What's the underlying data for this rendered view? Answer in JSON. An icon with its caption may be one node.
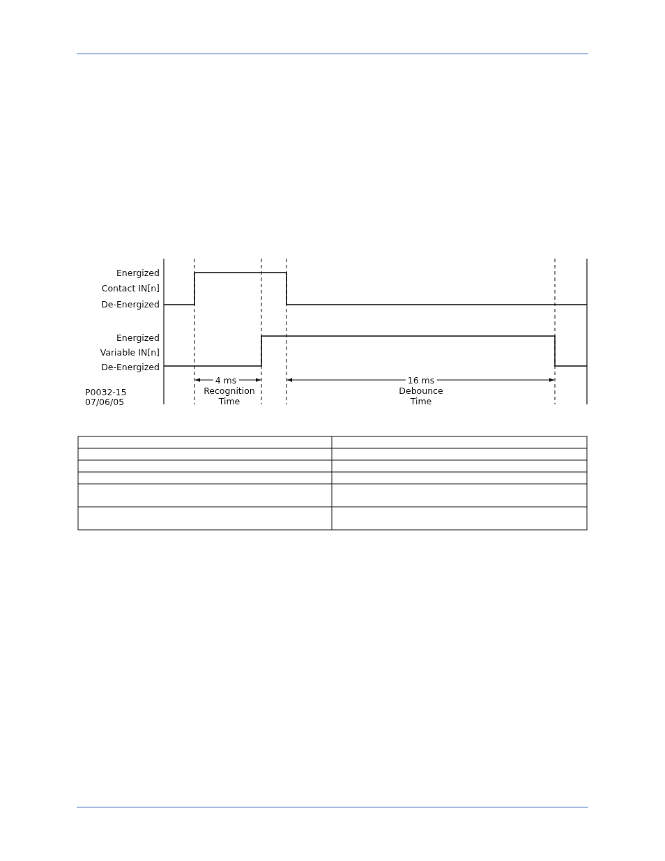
{
  "diagram": {
    "labels": [
      "Energized",
      "Contact IN[n]",
      "De-Energized",
      "Energized",
      "Variable IN[n]",
      "De-Energized",
      "4 ms",
      "Recognition Time",
      "16 ms",
      "Debounce Time",
      "P0032-15",
      "07/06/05"
    ]
  }
}
